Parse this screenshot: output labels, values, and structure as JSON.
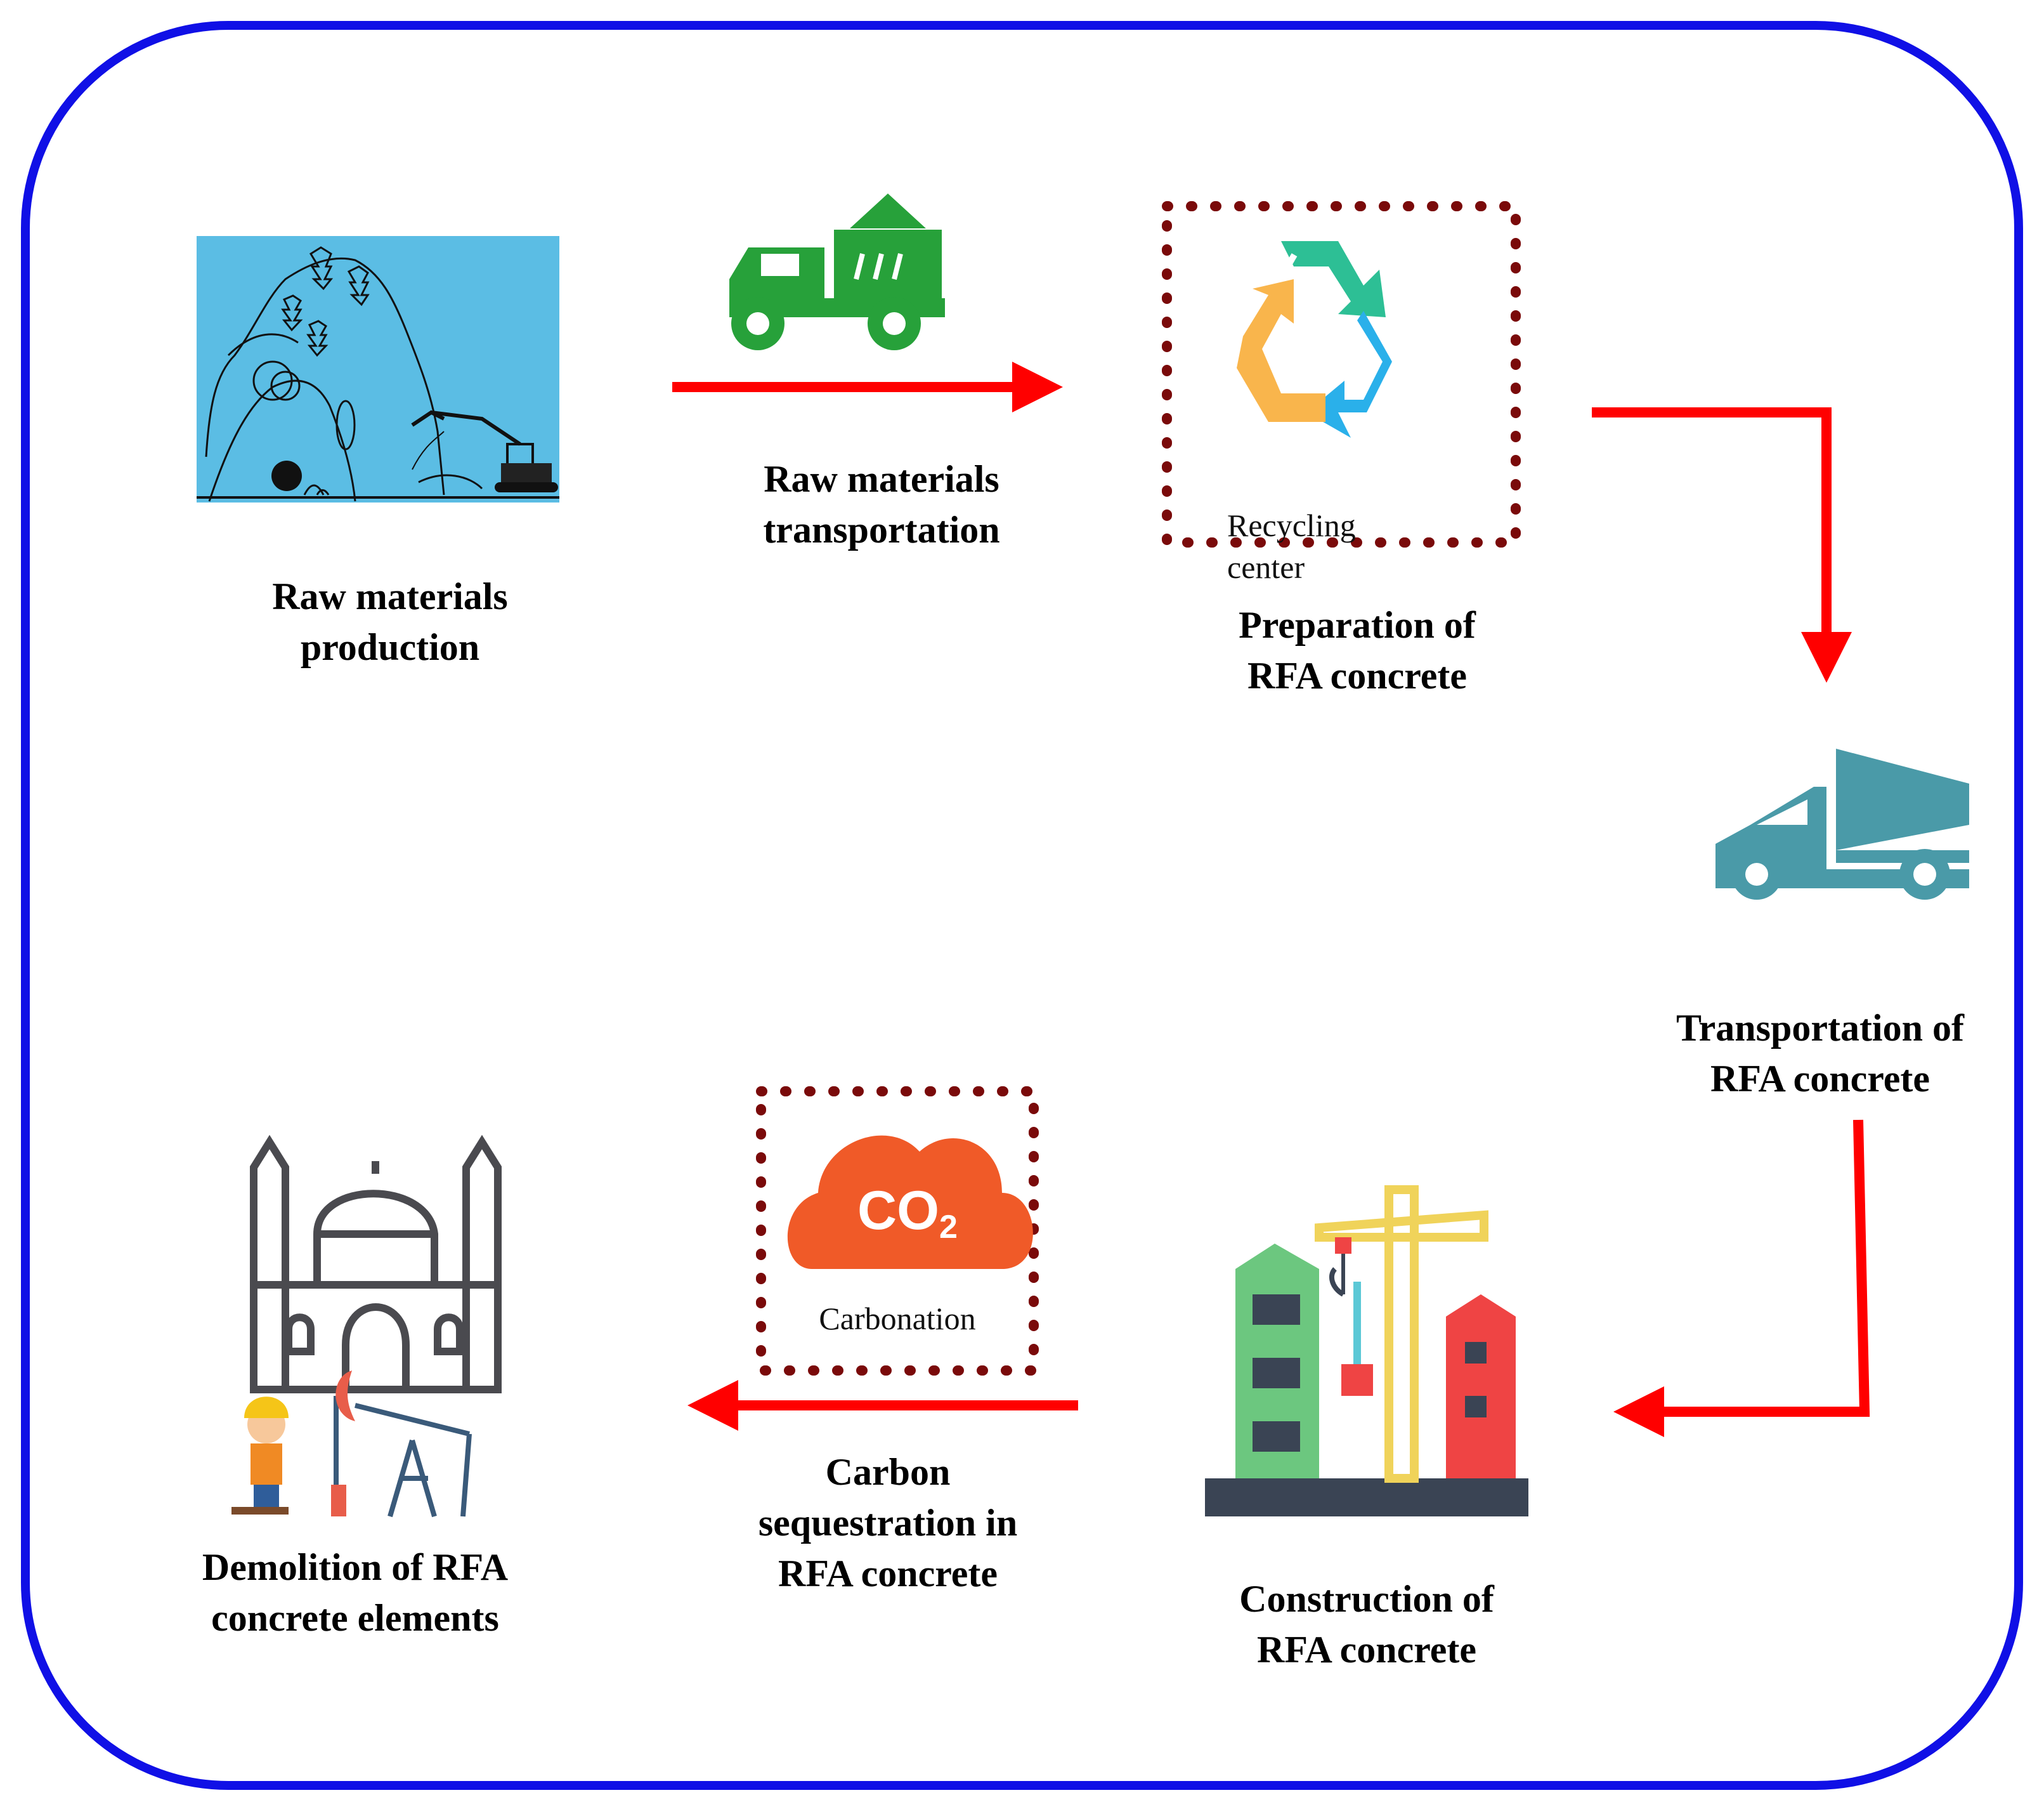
{
  "colors": {
    "frame": "#1010e6",
    "arrow": "#ff0000",
    "dotted_box": "#7a0a0a",
    "mountain_bg": "#5bbde4",
    "dump_truck": "#27a13a",
    "mixer_truck": "#4a9aa8",
    "co2_cloud": "#f05a28"
  },
  "steps": {
    "raw_production": {
      "line1": "Raw materials",
      "line2": "production"
    },
    "raw_transport": {
      "line1": "Raw materials",
      "line2": "transportation"
    },
    "preparation": {
      "line1": "Preparation of",
      "line2": "RFA concrete"
    },
    "transport_rfa": {
      "line1": "Transportation of",
      "line2": "RFA concrete"
    },
    "construction": {
      "line1": "Construction of",
      "line2": "RFA concrete"
    },
    "sequestration": {
      "line1": "Carbon",
      "line2": "sequestration in",
      "line3": "RFA concrete"
    },
    "demolition": {
      "line1": "Demolition of RFA",
      "line2": "concrete elements"
    }
  },
  "recycling_center": {
    "line1": "Recycling",
    "line2": "center"
  },
  "carbonation": {
    "label": "Carbonation",
    "co2_text": "CO",
    "co2_sub": "2"
  },
  "icons": [
    "mountain-excavator-icon",
    "dump-truck-icon",
    "recycle-icon",
    "mixer-truck-icon",
    "construction-crane-icon",
    "co2-cloud-icon",
    "mosque-worker-oil-pump-icon"
  ]
}
